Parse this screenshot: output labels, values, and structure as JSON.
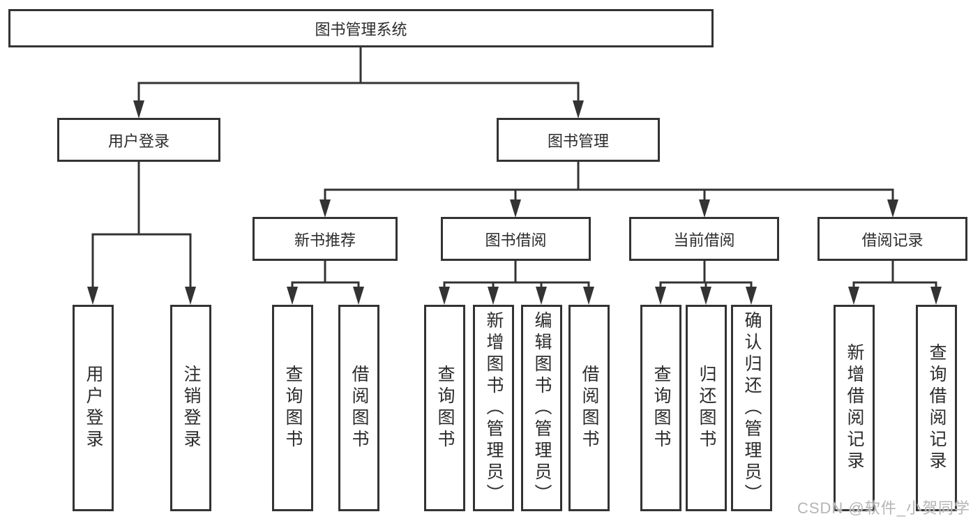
{
  "diagram": {
    "nodes": {
      "root": {
        "label": "图书管理系统"
      },
      "user_login": {
        "label": "用户登录"
      },
      "book_mgmt": {
        "label": "图书管理"
      },
      "new_book_rec": {
        "label": "新书推荐"
      },
      "book_borrow": {
        "label": "图书借阅"
      },
      "current_borrow": {
        "label": "当前借阅"
      },
      "borrow_records": {
        "label": "借阅记录"
      },
      "leaf_user_login": {
        "label": "用户登录"
      },
      "leaf_logout": {
        "label": "注销登录"
      },
      "leaf_query_books_a": {
        "label": "查询图书"
      },
      "leaf_borrow_books_a": {
        "label": "借阅图书"
      },
      "leaf_query_books_b": {
        "label": "查询图书"
      },
      "leaf_add_book_admin": {
        "label": "新增图书（管理员）"
      },
      "leaf_edit_book_admin": {
        "label": "编辑图书（管理员）"
      },
      "leaf_borrow_books_b": {
        "label": "借阅图书"
      },
      "leaf_query_books_c": {
        "label": "查询图书"
      },
      "leaf_return_books": {
        "label": "归还图书"
      },
      "leaf_confirm_return_admin": {
        "label": "确认归还（管理员）"
      },
      "leaf_add_borrow_record": {
        "label": "新增借阅记录"
      },
      "leaf_query_borrow_record": {
        "label": "查询借阅记录"
      }
    },
    "edges": [
      [
        "root",
        "user_login"
      ],
      [
        "root",
        "book_mgmt"
      ],
      [
        "user_login",
        "leaf_user_login"
      ],
      [
        "user_login",
        "leaf_logout"
      ],
      [
        "book_mgmt",
        "new_book_rec"
      ],
      [
        "book_mgmt",
        "book_borrow"
      ],
      [
        "book_mgmt",
        "current_borrow"
      ],
      [
        "book_mgmt",
        "borrow_records"
      ],
      [
        "new_book_rec",
        "leaf_query_books_a"
      ],
      [
        "new_book_rec",
        "leaf_borrow_books_a"
      ],
      [
        "book_borrow",
        "leaf_query_books_b"
      ],
      [
        "book_borrow",
        "leaf_add_book_admin"
      ],
      [
        "book_borrow",
        "leaf_edit_book_admin"
      ],
      [
        "book_borrow",
        "leaf_borrow_books_b"
      ],
      [
        "current_borrow",
        "leaf_query_books_c"
      ],
      [
        "current_borrow",
        "leaf_return_books"
      ],
      [
        "current_borrow",
        "leaf_confirm_return_admin"
      ],
      [
        "borrow_records",
        "leaf_add_borrow_record"
      ],
      [
        "borrow_records",
        "leaf_query_borrow_record"
      ]
    ],
    "colors": {
      "line": "#333333",
      "box_border": "#333333",
      "box_fill": "#ffffff",
      "text": "#2b2b2b",
      "watermark": "#b5b5b5"
    }
  },
  "watermark": {
    "text": "CSDN @软件_小贺同学"
  }
}
